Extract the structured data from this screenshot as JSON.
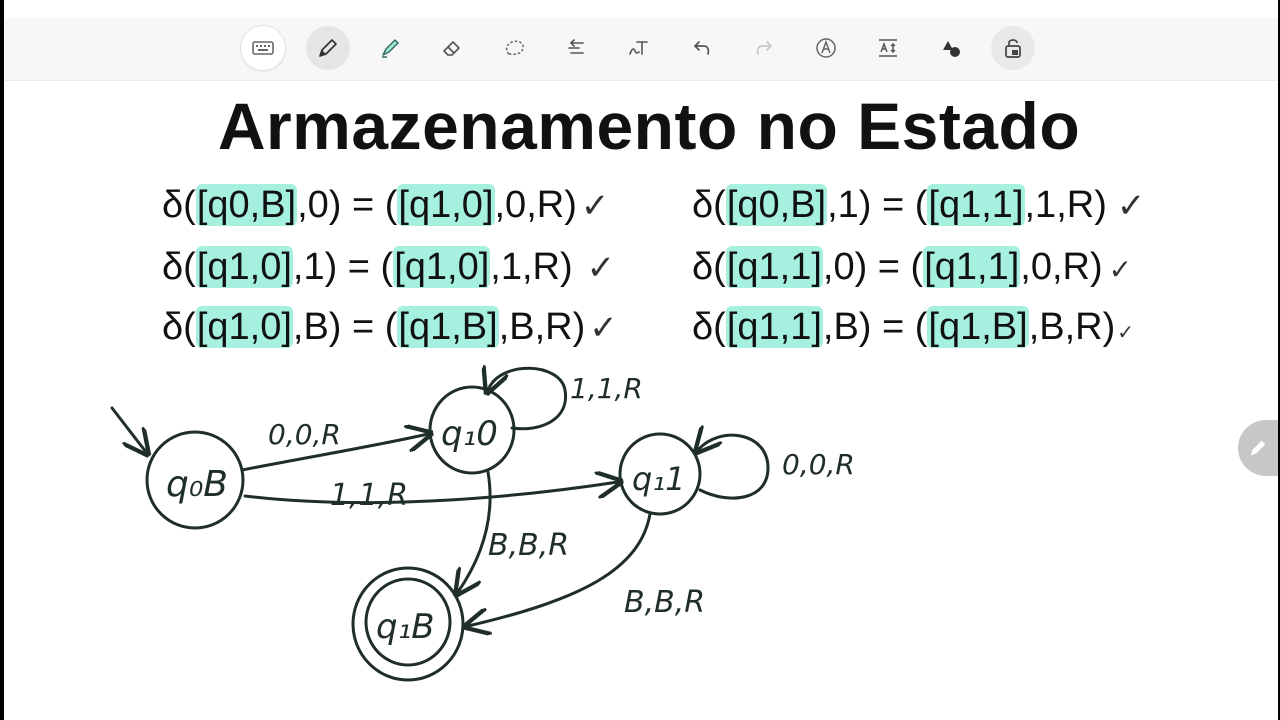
{
  "toolbar": {
    "tools": [
      "keyboard-icon",
      "pen-icon",
      "highlighter-icon",
      "eraser-icon",
      "lasso-icon",
      "text-align-icon",
      "handwriting-text-icon",
      "undo-icon",
      "redo-icon",
      "ink-to-text-icon",
      "text-resize-icon",
      "shapes-icon",
      "lock-icon"
    ]
  },
  "slide": {
    "title": "Armazenamento no Estado",
    "transitions": [
      {
        "pre": "δ(",
        "hl1": "[q0,B]",
        "mid": ",0) = (",
        "hl2": "[q1,0]",
        "post": ",0,R)",
        "check": "✓"
      },
      {
        "pre": "δ(",
        "hl1": "[q1,0]",
        "mid": ",1) = (",
        "hl2": "[q1,0]",
        "post": ",1,R)",
        "check": "✓"
      },
      {
        "pre": "δ(",
        "hl1": "[q1,0]",
        "mid": ",B) = (",
        "hl2": "[q1,B]",
        "post": ",B,R)",
        "check": "✓"
      },
      {
        "pre": "δ(",
        "hl1": "[q0,B]",
        "mid": ",1) = (",
        "hl2": "[q1,1]",
        "post": ",1,R)",
        "check": "✓"
      },
      {
        "pre": "δ(",
        "hl1": "[q1,1]",
        "mid": ",0) = (",
        "hl2": "[q1,1]",
        "post": ",0,R)",
        "check": "✓"
      },
      {
        "pre": "δ(",
        "hl1": "[q1,1]",
        "mid": ",B) = (",
        "hl2": "[q1,B]",
        "post": ",B,R)",
        "check": "✓"
      }
    ]
  },
  "diagram": {
    "states": {
      "q0B": "q₀B",
      "q10": "q₁0",
      "q11": "q₁1",
      "q1B": "q₁B"
    },
    "edges": {
      "q0B_q10": "0,0,R",
      "q0B_q11": "1,1,R",
      "q10_loop": "1,1,R",
      "q11_loop": "0,0,R",
      "q10_q1B": "B,B,R",
      "q11_q1B": "B,B,R"
    }
  },
  "colors": {
    "highlight": "#a6f0e0",
    "ink": "#1f2e2a",
    "toolbar_bg": "#f7f7f7"
  }
}
